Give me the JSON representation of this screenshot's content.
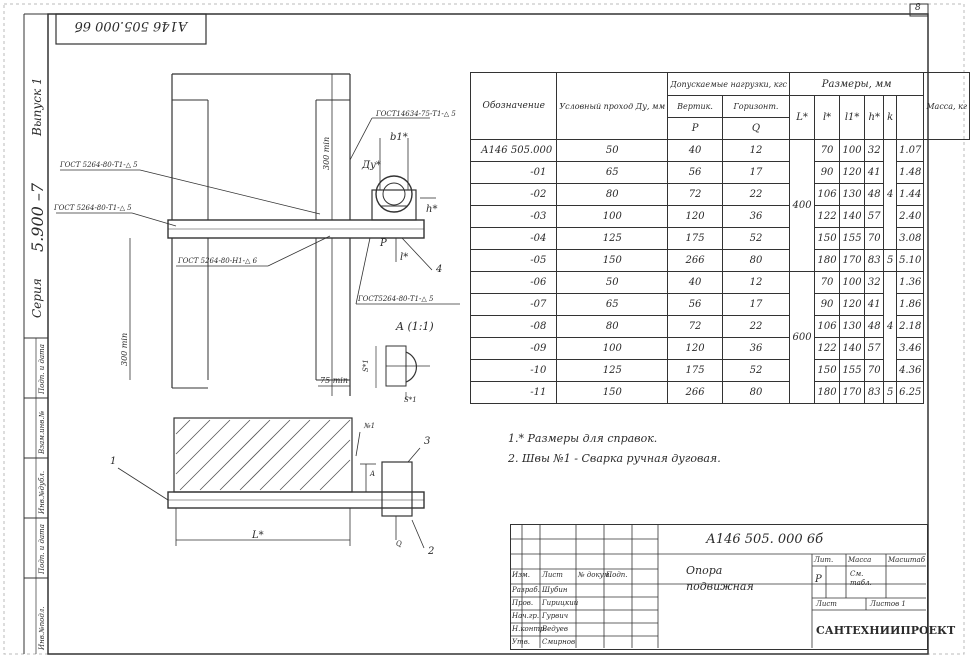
{
  "sheet_number": "8",
  "stamp_code": "A146 505.000 6б",
  "side": {
    "vypusk": "Выпуск 1",
    "series_code": "5.900 –7",
    "series_label": "Серия",
    "margin_labels": [
      "Инв.№подл.",
      "Подп. и дата",
      "Взам.инв.№",
      "Инв.№дубл.",
      "Подп. и дата"
    ]
  },
  "drawing": {
    "gost_1": "ГОСТ14634-75-Т1-△ 5",
    "gost_2": "ГОСТ 5264-80-Т1-△ 5",
    "gost_3": "ГОСТ 5264-80-Т1-△ 5",
    "gost_4": "ГОСТ 5264-80-Н1-△ 6",
    "gost_5": "ГОСТ5264-80-Т1-△ 5",
    "dim_300_top": "300 min",
    "dim_300_bottom": "300 min",
    "dim_75": "75 min",
    "label_b1": "b1*",
    "label_du": "Ду*",
    "label_h": "h*",
    "label_p": "P",
    "label_l": "l*",
    "label_4": "4",
    "section_a": "A (1:1)",
    "label_s": "S*1",
    "label_s2": "S*1",
    "label_1": "1",
    "label_2": "2",
    "label_3": "3",
    "label_n1": "№1",
    "label_a": "A",
    "label_q": "Q",
    "label_lstar": "L*"
  },
  "table": {
    "headers": {
      "designation": "Обозначение",
      "du": "Условный проход Ду, мм",
      "loads": "Допускаемые нагрузки, кгс",
      "vert": "Вертик.",
      "horiz": "Горизонт.",
      "p": "P",
      "q": "Q",
      "sizes": "Размеры, мм",
      "L": "L*",
      "l": "l*",
      "l1": "l1*",
      "h": "h*",
      "k": "k",
      "mass": "Масса, кг"
    },
    "rows": [
      {
        "des": "А146 505.000",
        "du": "50",
        "p": "40",
        "q": "12",
        "l": "70",
        "l1": "100",
        "h": "32",
        "mass": "1.07"
      },
      {
        "des": "-01",
        "du": "65",
        "p": "56",
        "q": "17",
        "l": "90",
        "l1": "120",
        "h": "41",
        "mass": "1.48"
      },
      {
        "des": "-02",
        "du": "80",
        "p": "72",
        "q": "22",
        "l": "106",
        "l1": "130",
        "h": "48",
        "mass": "1.44"
      },
      {
        "des": "-03",
        "du": "100",
        "p": "120",
        "q": "36",
        "l": "122",
        "l1": "140",
        "h": "57",
        "mass": "2.40"
      },
      {
        "des": "-04",
        "du": "125",
        "p": "175",
        "q": "52",
        "l": "150",
        "l1": "155",
        "h": "70",
        "mass": "3.08"
      },
      {
        "des": "-05",
        "du": "150",
        "p": "266",
        "q": "80",
        "l": "180",
        "l1": "170",
        "h": "83",
        "mass": "5.10"
      },
      {
        "des": "-06",
        "du": "50",
        "p": "40",
        "q": "12",
        "l": "70",
        "l1": "100",
        "h": "32",
        "mass": "1.36"
      },
      {
        "des": "-07",
        "du": "65",
        "p": "56",
        "q": "17",
        "l": "90",
        "l1": "120",
        "h": "41",
        "mass": "1.86"
      },
      {
        "des": "-08",
        "du": "80",
        "p": "72",
        "q": "22",
        "l": "106",
        "l1": "130",
        "h": "48",
        "mass": "2.18"
      },
      {
        "des": "-09",
        "du": "100",
        "p": "120",
        "q": "36",
        "l": "122",
        "l1": "140",
        "h": "57",
        "mass": "3.46"
      },
      {
        "des": "-10",
        "du": "125",
        "p": "175",
        "q": "52",
        "l": "150",
        "l1": "155",
        "h": "70",
        "mass": "4.36"
      },
      {
        "des": "-11",
        "du": "150",
        "p": "266",
        "q": "80",
        "l": "180",
        "l1": "170",
        "h": "83",
        "mass": "6.25"
      }
    ],
    "L_group1": "400",
    "L_group2": "600",
    "k_a": "4",
    "k_b": "5",
    "k_c": "4",
    "k_d": "5"
  },
  "notes": [
    "1.* Размеры для справок.",
    "2. Швы №1 - Сварка ручная дуговая."
  ],
  "title_block": {
    "doc_code": "А146   505. 000 6б",
    "name_line1": "Опора",
    "name_line2": "подвижная",
    "stage_label": "Лит.",
    "stage_value": "Р",
    "mass_label": "Масса",
    "mass_value": "См. табл.",
    "scale_label": "Масштаб",
    "sheet_label": "Лист",
    "sheets_label": "Листов 1",
    "org": "САНТЕХНИИПРОЕКТ",
    "rows": [
      {
        "role": "Изм.",
        "name": "Лист",
        "sign": "№ докум.",
        "date": "Подп."
      },
      {
        "role": "Разраб.",
        "name": "Шубин",
        "sign": "",
        "date": ""
      },
      {
        "role": "Пров.",
        "name": "Гирицкий",
        "sign": "",
        "date": ""
      },
      {
        "role": "Нач.гр.",
        "name": "Гурвич",
        "sign": "",
        "date": ""
      },
      {
        "role": "Н.контр.",
        "name": "Ведуев",
        "sign": "",
        "date": ""
      },
      {
        "role": "Утв.",
        "name": "Смирнов",
        "sign": "",
        "date": ""
      }
    ]
  }
}
